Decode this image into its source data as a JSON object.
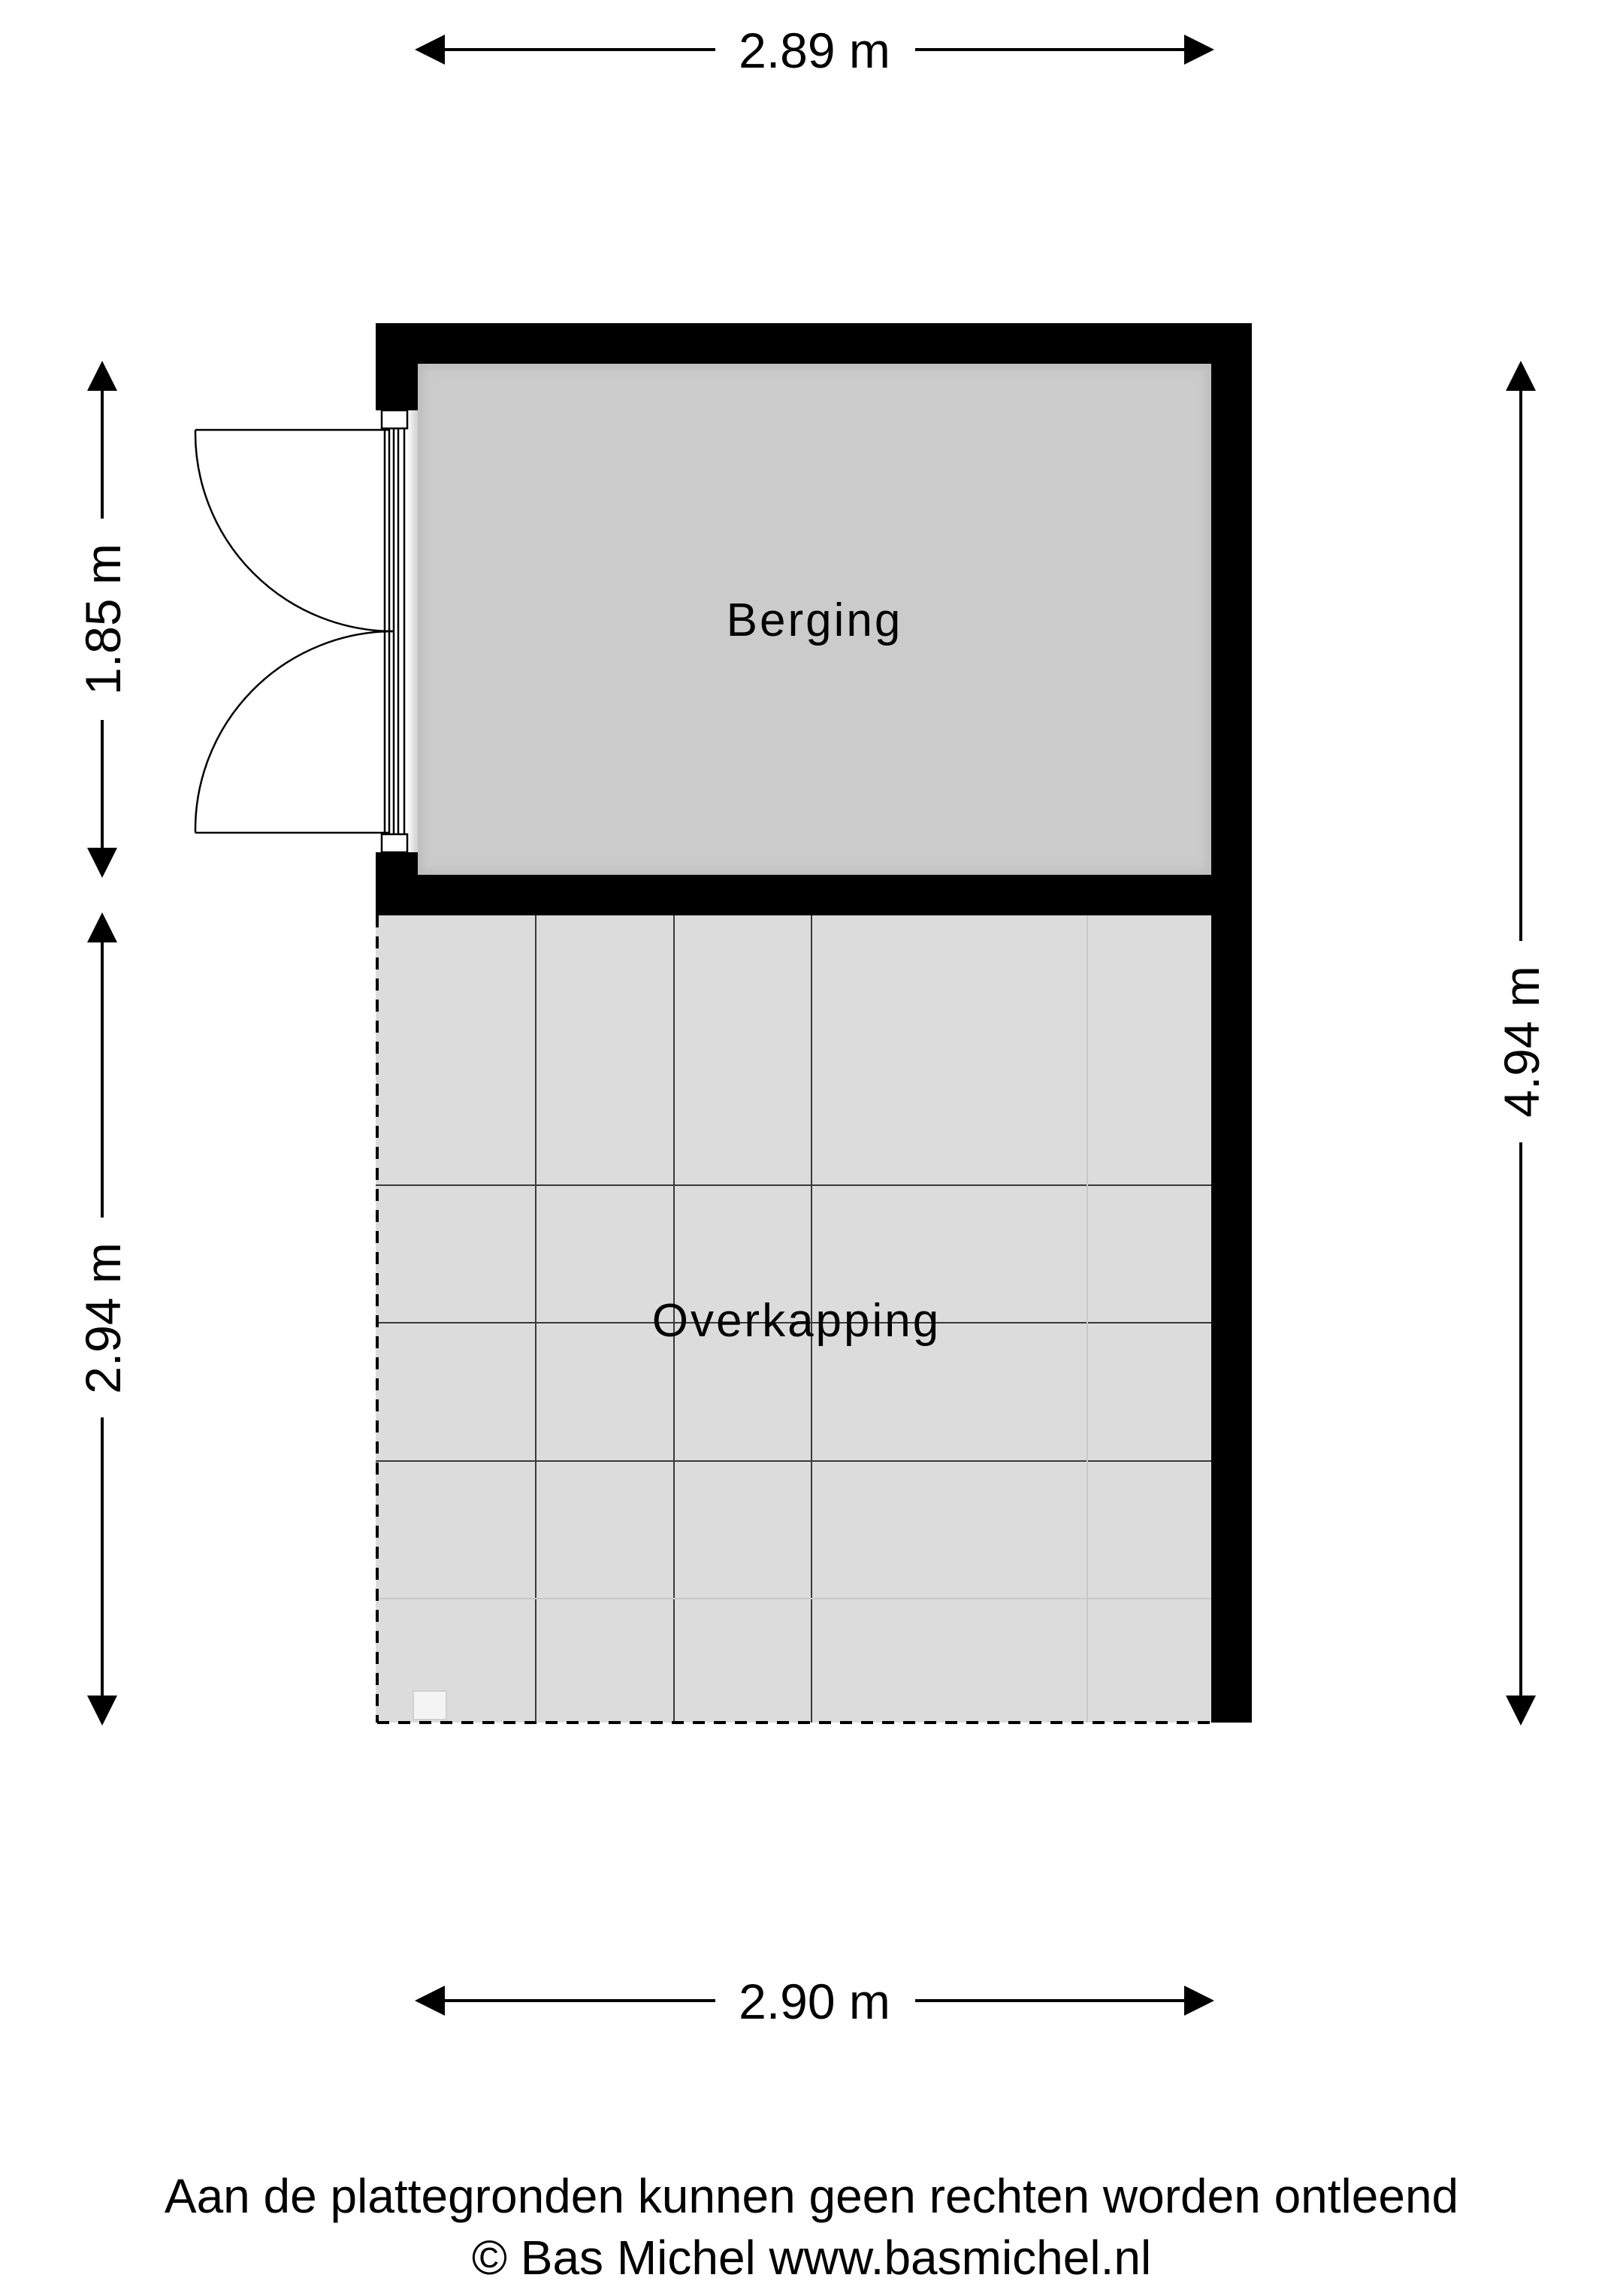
{
  "dimensions": {
    "top": "2.89 m",
    "bottom": "2.90 m",
    "left_upper": "1.85 m",
    "left_lower": "2.94 m",
    "right": "4.94 m"
  },
  "rooms": {
    "berging": "Berging",
    "overkapping": "Overkapping"
  },
  "footer": {
    "disclaimer": "Aan de plattegronden kunnen geen rechten worden ontleend",
    "copyright": "© Bas Michel www.basmichel.nl"
  },
  "colors": {
    "wall": "#000000",
    "berging_floor": "#cbcbcb",
    "overkapping_floor": "#dcdcdc",
    "tile_line": "#3a3a3a"
  }
}
